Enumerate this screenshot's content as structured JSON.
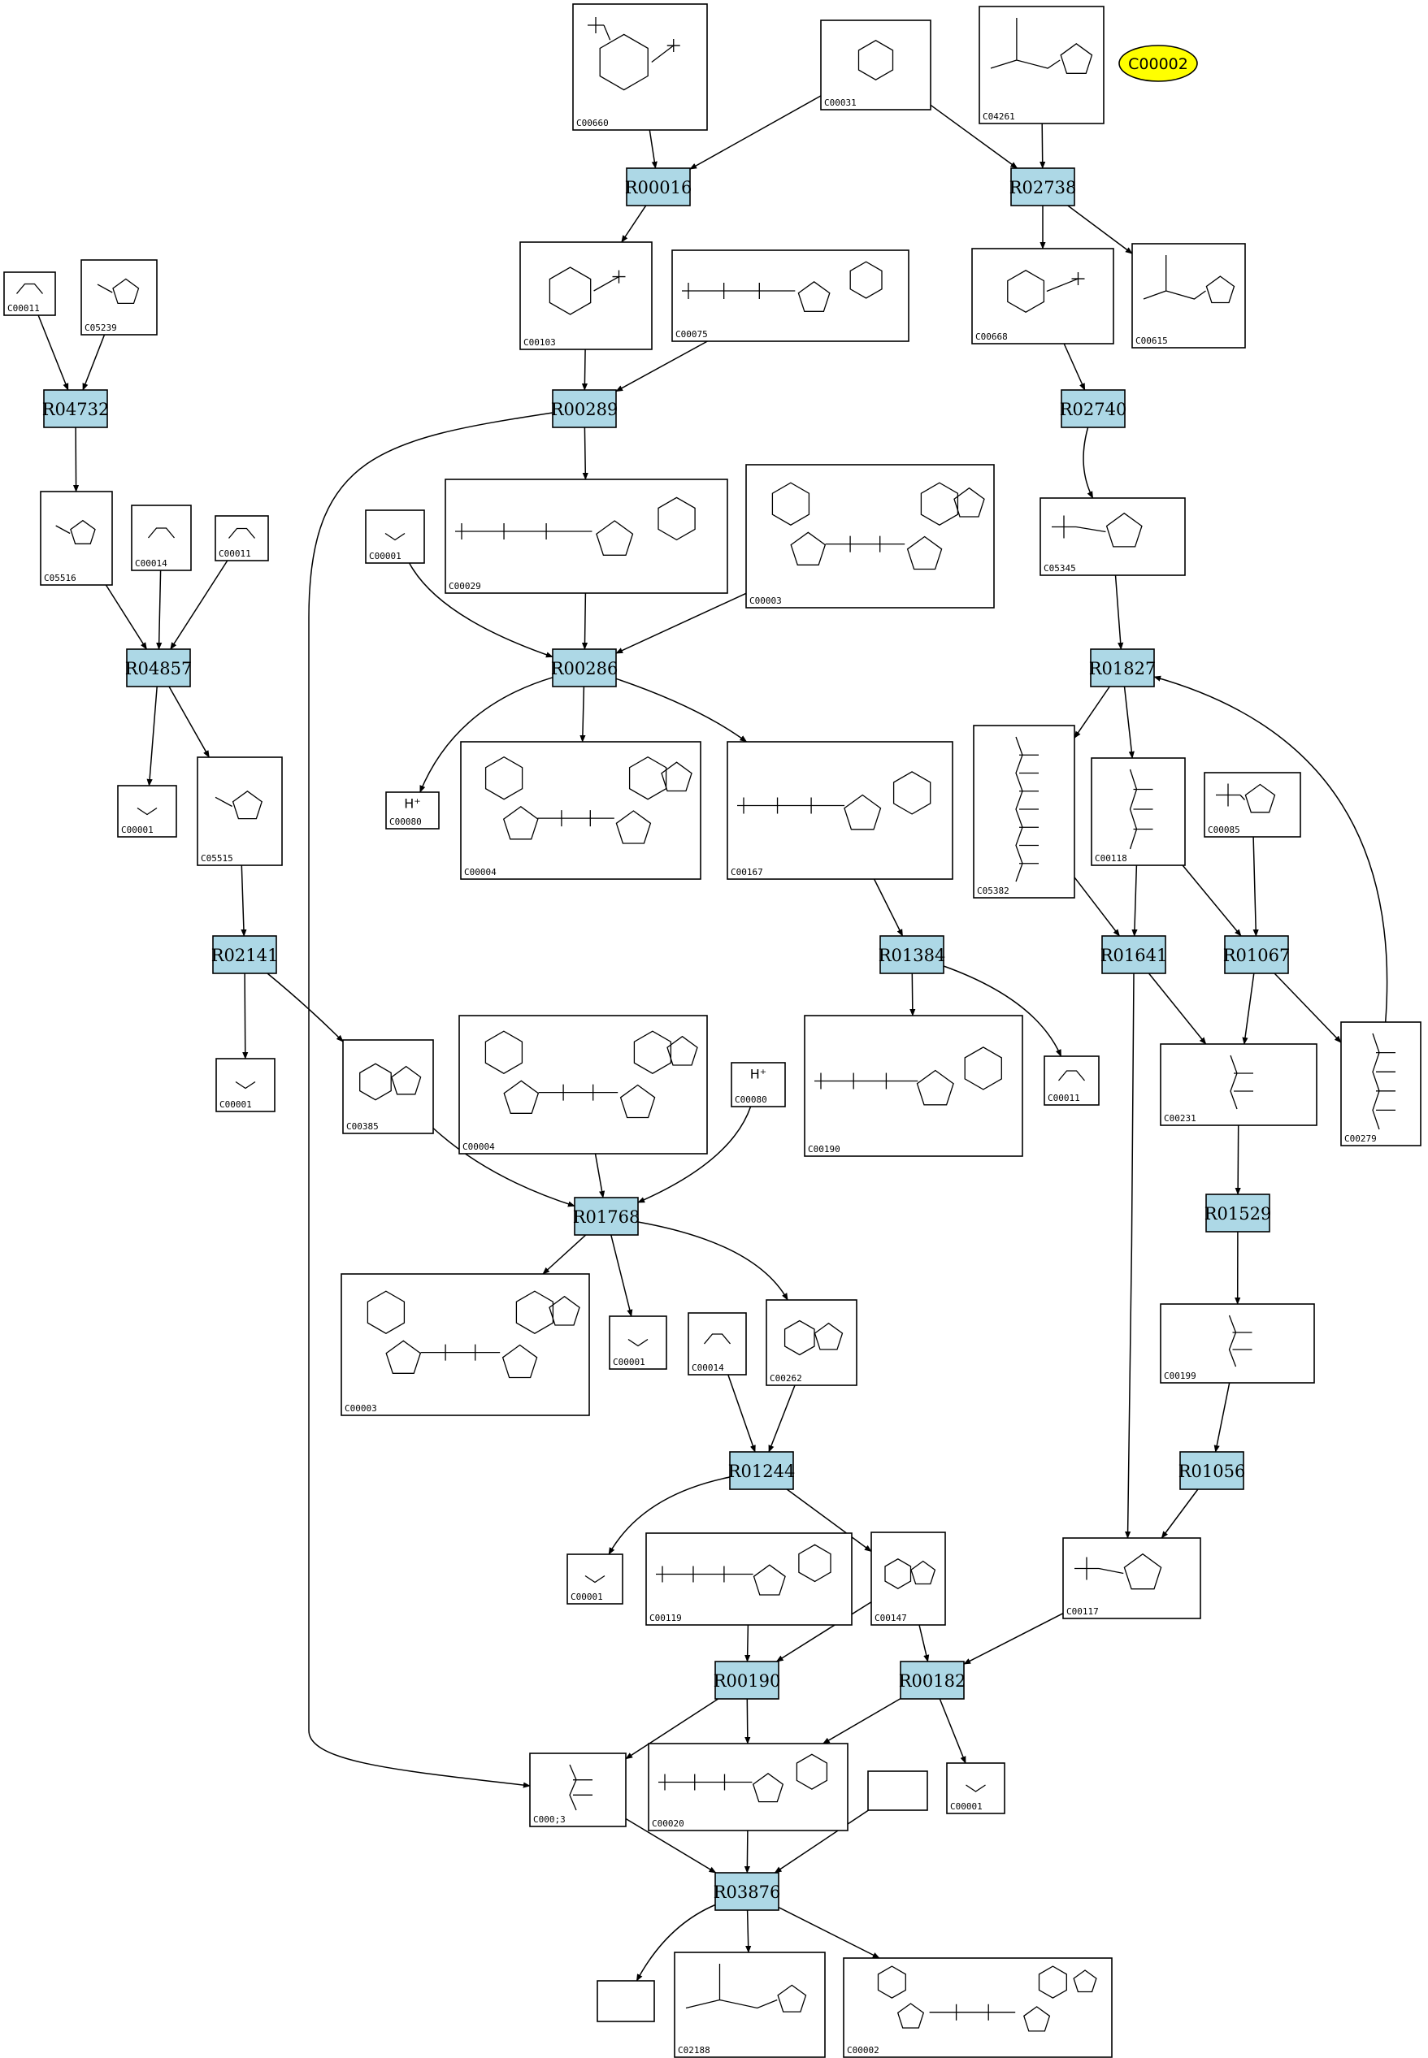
{
  "highlight": {
    "id": "hl-C00002",
    "label": "C00002"
  },
  "compounds": [
    {
      "id": "C00660a",
      "label": "C00660",
      "mol": "sugar_bisphos"
    },
    {
      "id": "C00031a",
      "label": "C00031",
      "mol": "sugar"
    },
    {
      "id": "C04261a",
      "label": "C04261",
      "mol": "peptide_ring"
    },
    {
      "id": "C00011a",
      "label": "C00011",
      "mol": "small"
    },
    {
      "id": "C05239a",
      "label": "C05239",
      "mol": "ring_small"
    },
    {
      "id": "C00103a",
      "label": "C00103",
      "mol": "sugar_phos"
    },
    {
      "id": "C00075a",
      "label": "C00075",
      "mol": "nucleotide"
    },
    {
      "id": "C00668a",
      "label": "C00668",
      "mol": "sugar_phos"
    },
    {
      "id": "C00615a",
      "label": "C00615",
      "mol": "peptide_ring"
    },
    {
      "id": "C05516a",
      "label": "C05516",
      "mol": "ring_small"
    },
    {
      "id": "C00014a",
      "label": "C00014",
      "mol": "small"
    },
    {
      "id": "C00011b",
      "label": "C00011",
      "mol": "small"
    },
    {
      "id": "C00001a",
      "label": "C00001",
      "mol": "water"
    },
    {
      "id": "C00029a",
      "label": "C00029",
      "mol": "nucleotide"
    },
    {
      "id": "C00003a",
      "label": "C00003",
      "mol": "dinucleotide"
    },
    {
      "id": "C05345a",
      "label": "C05345",
      "mol": "furanose"
    },
    {
      "id": "C00001b",
      "label": "C00001",
      "mol": "water"
    },
    {
      "id": "C05515a",
      "label": "C05515",
      "mol": "ring_small"
    },
    {
      "id": "C00080a",
      "label": "C00080",
      "text": "H⁺"
    },
    {
      "id": "C00004a",
      "label": "C00004",
      "mol": "dinucleotide"
    },
    {
      "id": "C00167a",
      "label": "C00167",
      "mol": "nucleotide"
    },
    {
      "id": "C05382a",
      "label": "C05382",
      "mol": "chain"
    },
    {
      "id": "C00118a",
      "label": "C00118",
      "mol": "chain"
    },
    {
      "id": "C00085a",
      "label": "C00085",
      "mol": "furanose"
    },
    {
      "id": "C00001c",
      "label": "C00001",
      "mol": "water"
    },
    {
      "id": "C00385a",
      "label": "C00385",
      "mol": "purine"
    },
    {
      "id": "C00004b",
      "label": "C00004",
      "mol": "dinucleotide"
    },
    {
      "id": "C00080b",
      "label": "C00080",
      "text": "H⁺"
    },
    {
      "id": "C00190a",
      "label": "C00190",
      "mol": "nucleotide"
    },
    {
      "id": "C00011c",
      "label": "C00011",
      "mol": "small"
    },
    {
      "id": "C00231a",
      "label": "C00231",
      "mol": "chain"
    },
    {
      "id": "C00279a",
      "label": "C00279",
      "mol": "chain"
    },
    {
      "id": "C00003b",
      "label": "C00003",
      "mol": "dinucleotide"
    },
    {
      "id": "C00001d",
      "label": "C00001",
      "mol": "water"
    },
    {
      "id": "C00014b",
      "label": "C00014",
      "mol": "small"
    },
    {
      "id": "C00262a",
      "label": "C00262",
      "mol": "purine"
    },
    {
      "id": "C00199a",
      "label": "C00199",
      "mol": "chain"
    },
    {
      "id": "C00001e",
      "label": "C00001",
      "mol": "water"
    },
    {
      "id": "C00119a",
      "label": "C00119",
      "mol": "nucleotide"
    },
    {
      "id": "C00147a",
      "label": "C00147",
      "mol": "purine"
    },
    {
      "id": "C00117a",
      "label": "C00117",
      "mol": "furanose"
    },
    {
      "id": "C00013a",
      "label": "C000;3",
      "mol": "chain"
    },
    {
      "id": "C00020a",
      "label": "C00020",
      "mol": "nucleotide"
    },
    {
      "id": "EMPTY1",
      "label": "",
      "mol": "none"
    },
    {
      "id": "C00001f",
      "label": "C00001",
      "mol": "water"
    },
    {
      "id": "EMPTY2",
      "label": "",
      "mol": "none"
    },
    {
      "id": "C02188a",
      "label": "C02188",
      "mol": "peptide_ring"
    },
    {
      "id": "C00002a",
      "label": "C00002",
      "mol": "dinucleotide"
    }
  ],
  "reactions": [
    {
      "id": "R00016",
      "label": "R00016"
    },
    {
      "id": "R02738",
      "label": "R02738"
    },
    {
      "id": "R04732",
      "label": "R04732"
    },
    {
      "id": "R00289",
      "label": "R00289"
    },
    {
      "id": "R02740",
      "label": "R02740"
    },
    {
      "id": "R04857",
      "label": "R04857"
    },
    {
      "id": "R00286",
      "label": "R00286"
    },
    {
      "id": "R01827",
      "label": "R01827"
    },
    {
      "id": "R02141",
      "label": "R02141"
    },
    {
      "id": "R01384",
      "label": "R01384"
    },
    {
      "id": "R01641",
      "label": "R01641"
    },
    {
      "id": "R01067",
      "label": "R01067"
    },
    {
      "id": "R01768",
      "label": "R01768"
    },
    {
      "id": "R01529",
      "label": "R01529"
    },
    {
      "id": "R01244",
      "label": "R01244"
    },
    {
      "id": "R01056",
      "label": "R01056"
    },
    {
      "id": "R00190",
      "label": "R00190"
    },
    {
      "id": "R00182",
      "label": "R00182"
    },
    {
      "id": "R03876",
      "label": "R03876"
    }
  ]
}
